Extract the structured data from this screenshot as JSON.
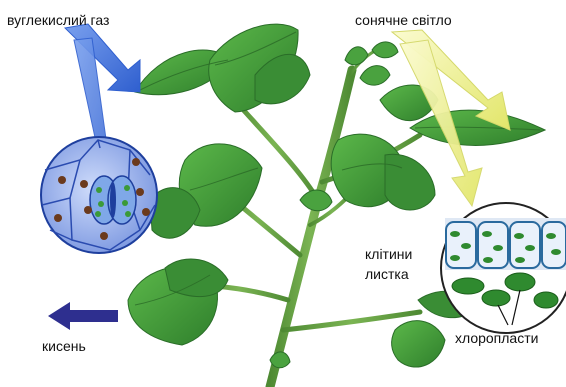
{
  "labels": {
    "co2": "вуглекислий газ",
    "sunlight": "сонячне світло",
    "leaf_cells_line1": "клітини",
    "leaf_cells_line2": "листка",
    "oxygen": "кисень",
    "chloroplasts": "хлоропласти"
  },
  "colors": {
    "co2_arrow": "#3f6fd6",
    "sun_arrow": "#eef08a",
    "oxygen_arrow": "#2e2f8f",
    "leaf": "#3f9a3a",
    "leaf_dark": "#2b7a2a",
    "stem": "#5f9b3c",
    "chloroplast": "#2f8a2f"
  }
}
